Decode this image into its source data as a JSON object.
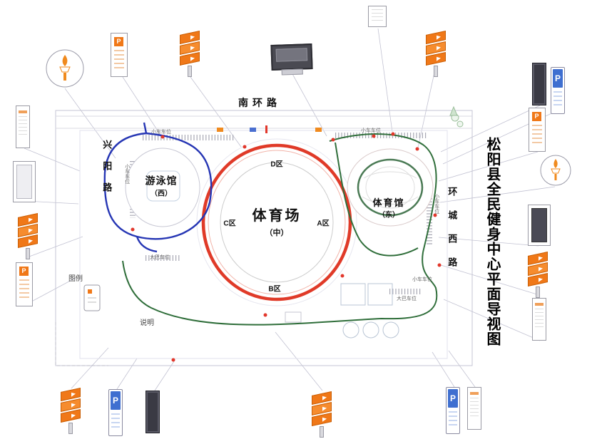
{
  "title": "松阳县全民健身中心平面导视图",
  "roads": {
    "south": "南环路",
    "west": "兴阳路",
    "east": "环城西路"
  },
  "buildings": {
    "stadium": {
      "name": "体育场",
      "tag": "（中）"
    },
    "pool": {
      "name": "游泳馆",
      "tag": "（西）"
    },
    "gym": {
      "name": "体育馆",
      "tag": "（东）"
    }
  },
  "zones": {
    "a": "A区",
    "b": "B区",
    "c": "C区",
    "d": "D区"
  },
  "labels": {
    "legend": "图例",
    "notes": "说明"
  },
  "parking": {
    "car": "小车车位",
    "bus": "大巴车位"
  },
  "signs": {
    "p": "P",
    "types": [
      "parking-totem",
      "directional-sign",
      "led-display",
      "info-totem",
      "notice-board",
      "torch-emblem"
    ]
  },
  "colors": {
    "track_red": "#e03a28",
    "route_blue": "#2636b4",
    "route_green": "#2f6e3a",
    "sign_orange": "#f07818",
    "parking_blue": "#3f6fd0"
  }
}
